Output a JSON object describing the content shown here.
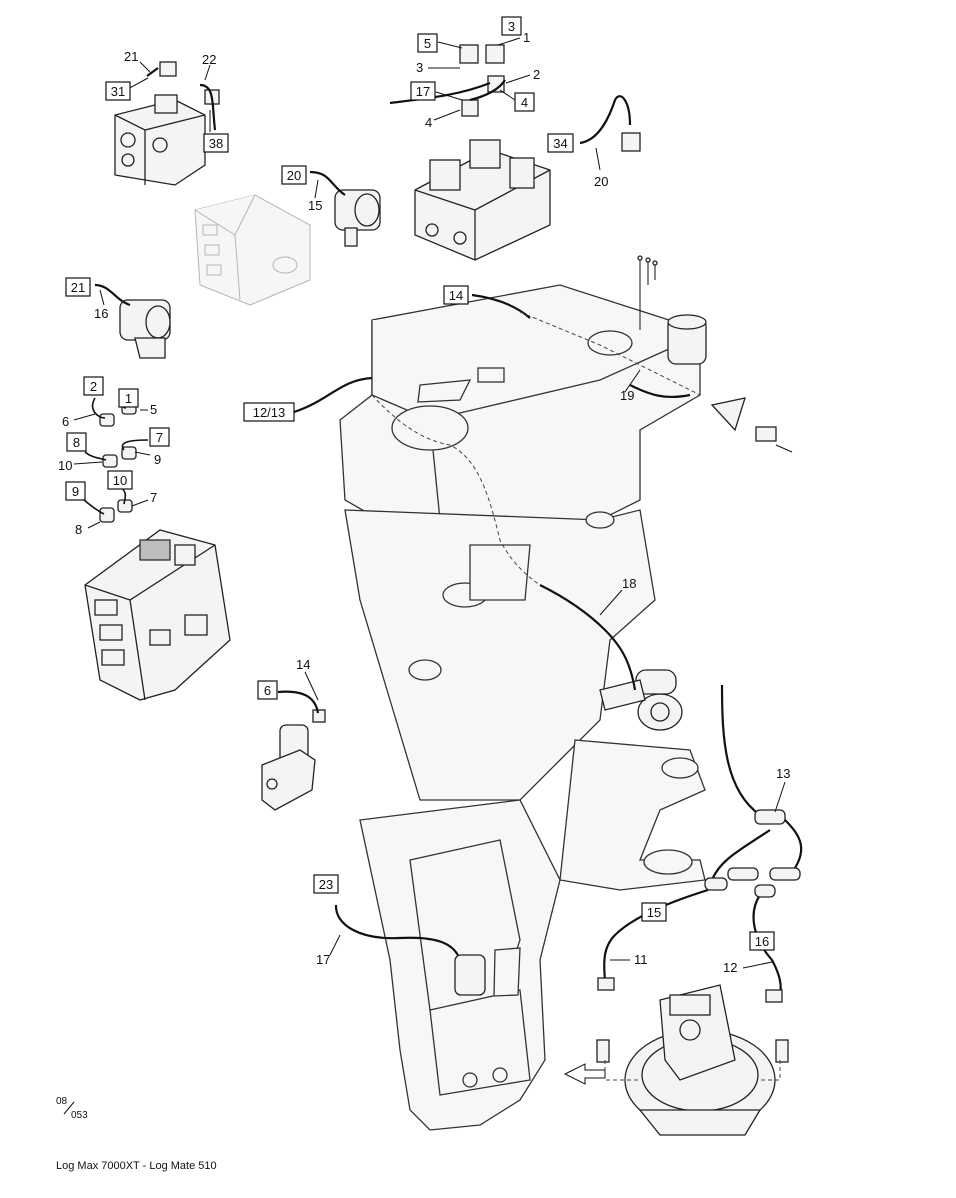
{
  "page": {
    "sheet_top": "08",
    "sheet_bottom": "053",
    "footer": "Log Max 7000XT - Log Mate 510"
  },
  "callouts": {
    "b3": "3",
    "b5": "5",
    "b17": "17",
    "b4": "4",
    "b34": "34",
    "b31": "31",
    "b38": "38",
    "b20": "20",
    "b21": "21",
    "b14": "14",
    "b12_13": "12/13",
    "b2": "2",
    "b1": "1",
    "b8": "8",
    "b7": "7",
    "b9": "9",
    "b10": "10",
    "b6": "6",
    "b23": "23",
    "b15": "15",
    "b16": "16"
  },
  "labels": {
    "n21a": "21",
    "n22": "22",
    "n1": "1",
    "n3": "3",
    "n2": "2",
    "n4": "4",
    "n20a": "20",
    "n15a": "15",
    "n16a": "16",
    "n6": "6",
    "n5": "5",
    "n10a": "10",
    "n9": "9",
    "n7": "7",
    "n8": "8",
    "n19": "19",
    "n18": "18",
    "n14": "14",
    "n13": "13",
    "n11": "11",
    "n12": "12",
    "n17": "17"
  }
}
